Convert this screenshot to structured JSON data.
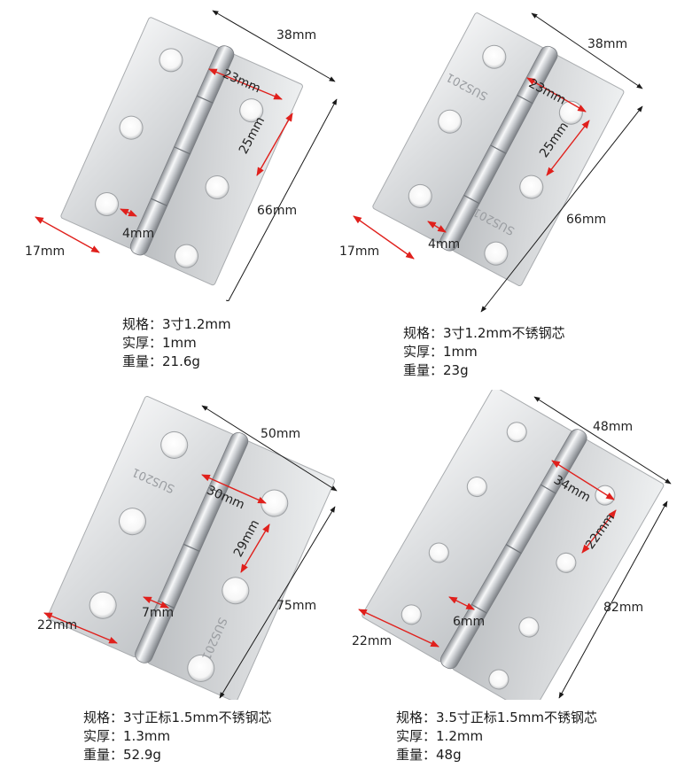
{
  "colors": {
    "steel_light": "#e9eaeb",
    "steel_mid": "#c7c9cb",
    "steel_dark": "#8f9296",
    "dim_black": "#1a1a1a",
    "dim_red": "#e0201c"
  },
  "products": [
    {
      "dims": {
        "width": "38mm",
        "height": "66mm",
        "hole": "23mm",
        "hole_v": "25mm",
        "pin": "4mm",
        "leaf": "17mm"
      },
      "spec": {
        "model_label": "规格：",
        "model": "3寸1.2mm",
        "thick_label": "实厚：",
        "thick": "1mm",
        "weight_label": "重量：",
        "weight": "21.6g"
      }
    },
    {
      "dims": {
        "width": "38mm",
        "height": "66mm",
        "hole": "23mm",
        "hole_v": "25mm",
        "pin": "4mm",
        "leaf": "17mm"
      },
      "stamp": "SUS201",
      "spec": {
        "model_label": "规格：",
        "model": "3寸1.2mm不锈钢芯",
        "thick_label": "实厚：",
        "thick": "1mm",
        "weight_label": "重量：",
        "weight": "23g"
      }
    },
    {
      "dims": {
        "width": "50mm",
        "height": "75mm",
        "hole": "30mm",
        "hole_v": "29mm",
        "pin": "7mm",
        "leaf": "22mm"
      },
      "stamp": "SUS201",
      "spec": {
        "model_label": "规格：",
        "model": "3寸正标1.5mm不锈钢芯",
        "thick_label": "实厚：",
        "thick": "1.3mm",
        "weight_label": "重量：",
        "weight": "52.9g"
      }
    },
    {
      "dims": {
        "width": "48mm",
        "height": "82mm",
        "hole": "34mm",
        "hole_v": "22mm",
        "pin": "6mm",
        "leaf": "22mm"
      },
      "spec": {
        "model_label": "规格：",
        "model": "3.5寸正标1.5mm不锈钢芯",
        "thick_label": "实厚：",
        "thick": "1.2mm",
        "weight_label": "重量：",
        "weight": "48g"
      }
    }
  ]
}
